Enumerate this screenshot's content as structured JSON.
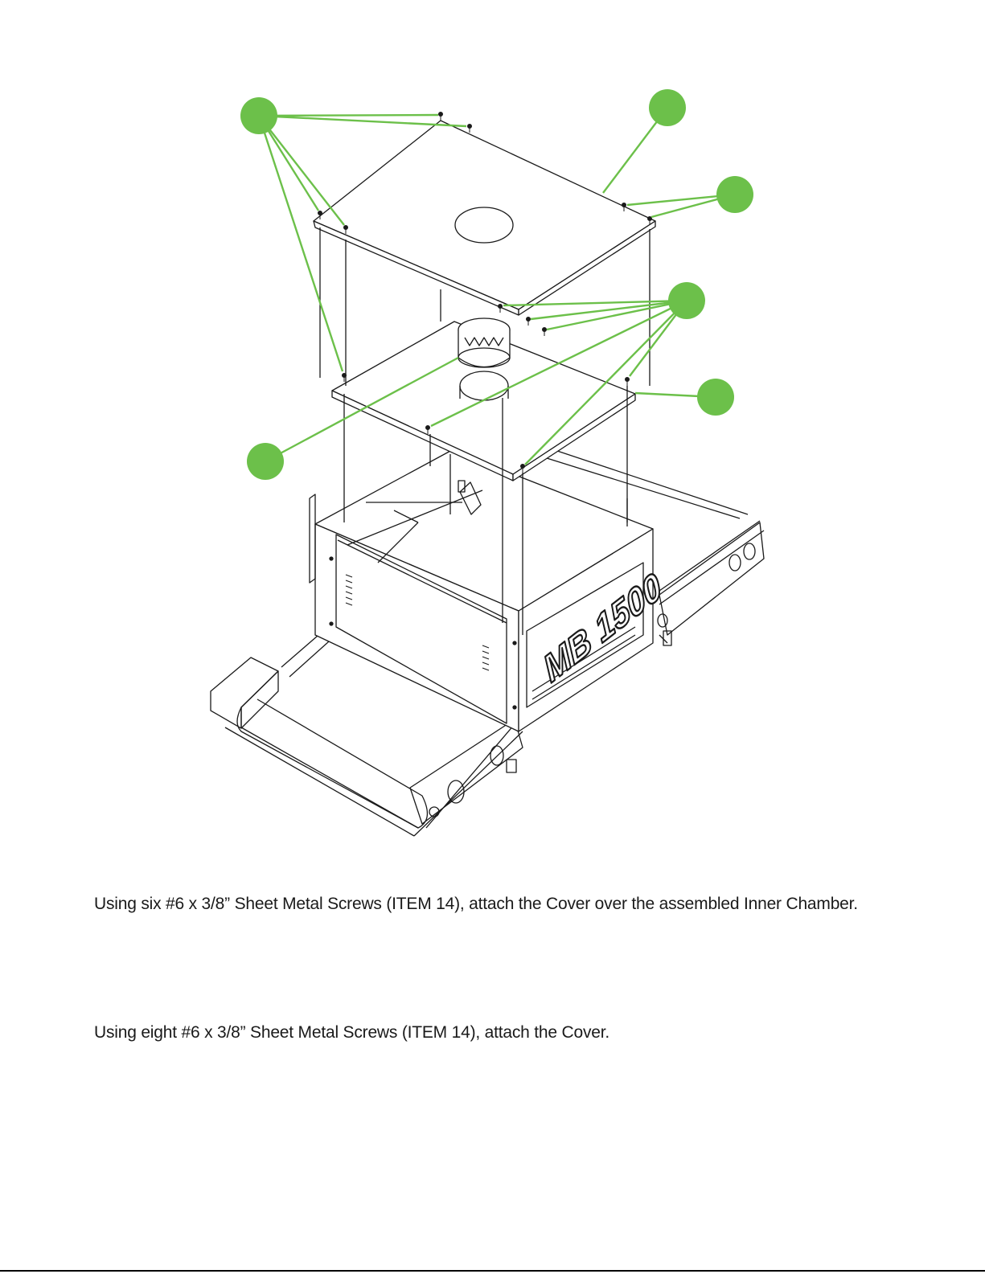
{
  "colors": {
    "callout": "#6cc04a",
    "line_art": "#1a1a1a",
    "logo_mark": "MB 1500"
  },
  "diagram": {
    "logo_text": "MB 1500"
  },
  "instructions": {
    "step_a": "Using six #6 x 3/8” Sheet Metal Screws (ITEM 14), attach the Cover over the assembled Inner Chamber.",
    "step_b": "Using eight #6 x 3/8” Sheet Metal Screws (ITEM 14), attach the Cover."
  }
}
